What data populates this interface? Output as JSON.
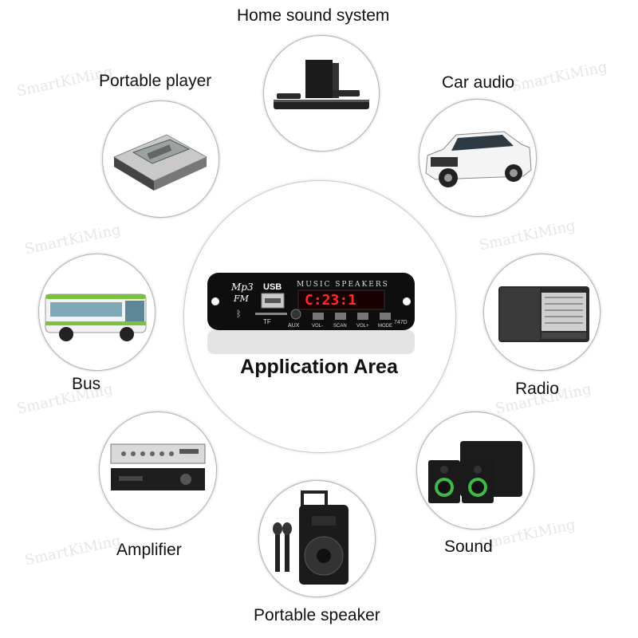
{
  "center": {
    "title": "Application Area",
    "board": {
      "logo_line1": "Mp3",
      "logo_line2": "FM",
      "usb_label": "USB",
      "header_text": "MUSIC SPEAKERS",
      "display_text": "C:23:1",
      "tf_label": "TF",
      "aux_label": "AUX",
      "buttons": [
        "VOL-",
        "SCAN",
        "VOL+",
        "MODE"
      ],
      "model": "747D"
    }
  },
  "applications": [
    {
      "id": "home-sound-system",
      "label": "Home sound system",
      "icon": "soundbar-icon"
    },
    {
      "id": "portable-player",
      "label": "Portable player",
      "icon": "cassette-player-icon"
    },
    {
      "id": "car-audio",
      "label": "Car audio",
      "icon": "car-icon"
    },
    {
      "id": "bus",
      "label": "Bus",
      "icon": "bus-icon"
    },
    {
      "id": "radio",
      "label": "Radio",
      "icon": "radio-icon"
    },
    {
      "id": "amplifier",
      "label": "Amplifier",
      "icon": "amplifier-icon"
    },
    {
      "id": "sound",
      "label": "Sound",
      "icon": "studio-monitor-icon"
    },
    {
      "id": "portable-speaker",
      "label": "Portable speaker",
      "icon": "portable-speaker-icon"
    }
  ],
  "watermark": "SmartKiMing",
  "colors": {
    "board": "#111111",
    "display": "#ff2020",
    "bus_green": "#7cc23f",
    "sound_green": "#3fb94a"
  }
}
